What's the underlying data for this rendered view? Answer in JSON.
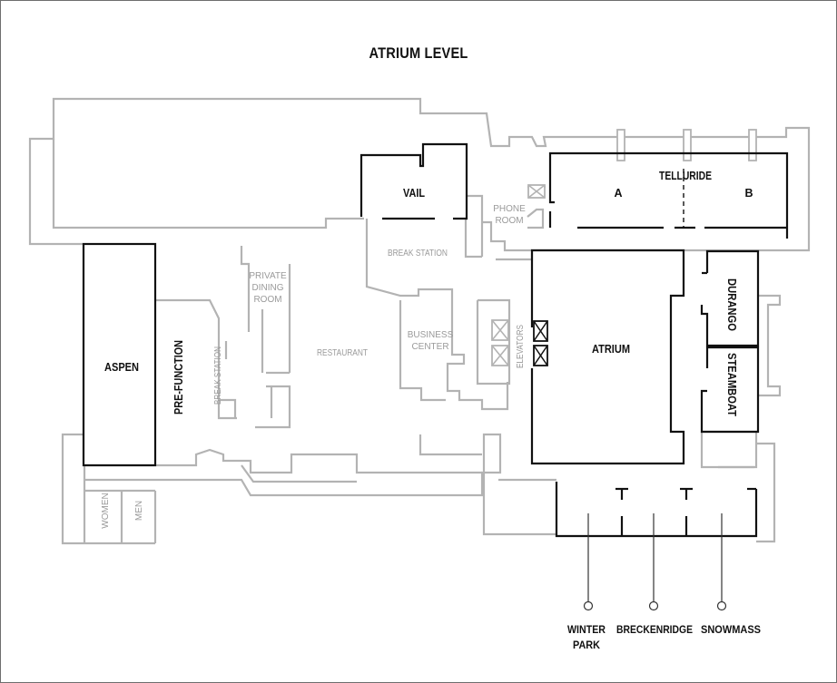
{
  "title": "ATRIUM LEVEL",
  "rooms": {
    "vail": "VAIL",
    "telluride": "TELLURIDE",
    "telluride_a": "A",
    "telluride_b": "B",
    "aspen": "ASPEN",
    "atrium": "ATRIUM",
    "durango": "DURANGO",
    "steamboat": "STEAMBOAT",
    "pre_function": "PRE-FUNCTION"
  },
  "amenities": {
    "phone_room": [
      "PHONE",
      "ROOM"
    ],
    "break_station_top": "BREAK STATION",
    "private_dining_room": [
      "PRIVATE",
      "DINING",
      "ROOM"
    ],
    "restaurant": "RESTAURANT",
    "business_center": [
      "BUSINESS",
      "CENTER"
    ],
    "elevators": "ELEVATORS",
    "break_station_side": "BREAK STATION",
    "women": "WOMEN",
    "men": "MEN"
  },
  "callouts": {
    "winter_park": [
      "WINTER",
      "PARK"
    ],
    "breckenridge": "BRECKENRIDGE",
    "snowmass": "SNOWMASS"
  }
}
